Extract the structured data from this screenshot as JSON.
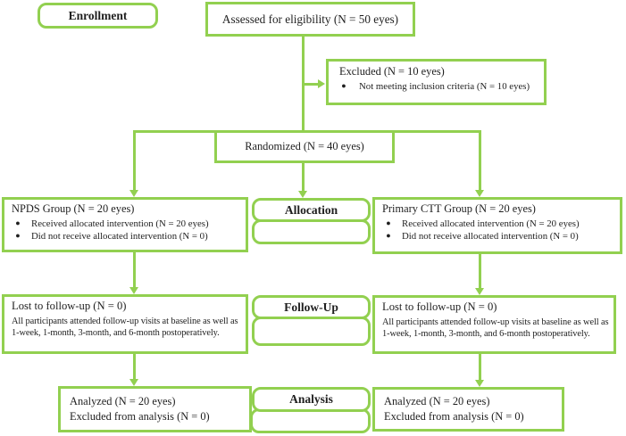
{
  "colors": {
    "accent": "#92d050",
    "ink": "#1f1f1f",
    "background": "#ffffff"
  },
  "stages": {
    "enrollment": "Enrollment",
    "allocation": "Allocation",
    "follow_up": "Follow-Up",
    "analysis": "Analysis"
  },
  "boxes": {
    "assessed": {
      "text": "Assessed for eligibility (N = 50 eyes)"
    },
    "excluded": {
      "title": "Excluded (N = 10 eyes)",
      "bullets": [
        "Not meeting inclusion criteria (N = 10 eyes)"
      ]
    },
    "randomized": {
      "text": "Randomized (N = 40 eyes)"
    },
    "npds_group": {
      "title": "NPDS Group (N = 20 eyes)",
      "bullets": [
        "Received allocated intervention (N = 20 eyes)",
        "Did not receive allocated intervention (N = 0)"
      ]
    },
    "primary_ctt_group": {
      "title": "Primary CTT Group (N = 20 eyes)",
      "bullets": [
        "Received allocated intervention (N = 20 eyes)",
        "Did not receive allocated intervention (N = 0)"
      ]
    },
    "lost_followup_left": {
      "title": "Lost to follow-up (N = 0)",
      "note": "All participants attended follow-up visits at baseline as well as 1-week, 1-month, 3-month, and 6-month postoperatively."
    },
    "lost_followup_right": {
      "title": "Lost to follow-up (N = 0)",
      "note": "All participants attended follow-up visits at baseline as well as 1-week, 1-month, 3-month, and 6-month postoperatively."
    },
    "analyzed_left": {
      "line1": "Analyzed (N = 20 eyes)",
      "line2": "Excluded from analysis (N = 0)"
    },
    "analyzed_right": {
      "line1": "Analyzed (N = 20 eyes)",
      "line2": "Excluded from analysis (N = 0)"
    }
  }
}
